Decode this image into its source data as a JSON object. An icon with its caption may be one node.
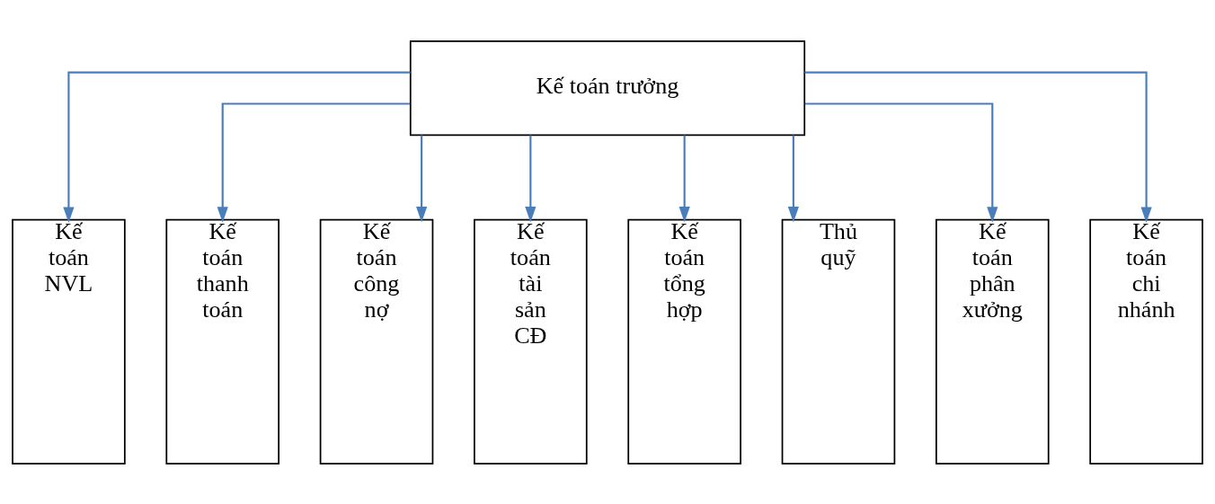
{
  "diagram": {
    "nodes": [
      {
        "text": [
          "Kế toán trưởng"
        ]
      },
      {
        "text": [
          "Kế toán NVL"
        ]
      },
      {
        "text": [
          "Kế toán thanh toán"
        ]
      },
      {
        "text": [
          "Kế toán công nợ"
        ]
      },
      {
        "text": [
          "Kế toán tài sản CĐ"
        ]
      },
      {
        "text": [
          "Kế toán tổng hợp"
        ]
      },
      {
        "text": [
          "Thủ quỹ"
        ]
      },
      {
        "text": [
          "Kế toán phân xưởng"
        ]
      },
      {
        "text": [
          "Kế toán chi nhánh"
        ]
      }
    ],
    "edges": [
      {
        "from": 0,
        "to": 1,
        "arrow": "to"
      },
      {
        "from": 0,
        "to": 2,
        "arrow": "to"
      },
      {
        "from": 0,
        "to": 3,
        "arrow": "to"
      },
      {
        "from": 0,
        "to": 4,
        "arrow": "to"
      },
      {
        "from": 0,
        "to": 5,
        "arrow": "to"
      },
      {
        "from": 0,
        "to": 6,
        "arrow": "to"
      },
      {
        "from": 0,
        "to": 7,
        "arrow": "to"
      },
      {
        "from": 0,
        "to": 8,
        "arrow": "to"
      }
    ]
  }
}
